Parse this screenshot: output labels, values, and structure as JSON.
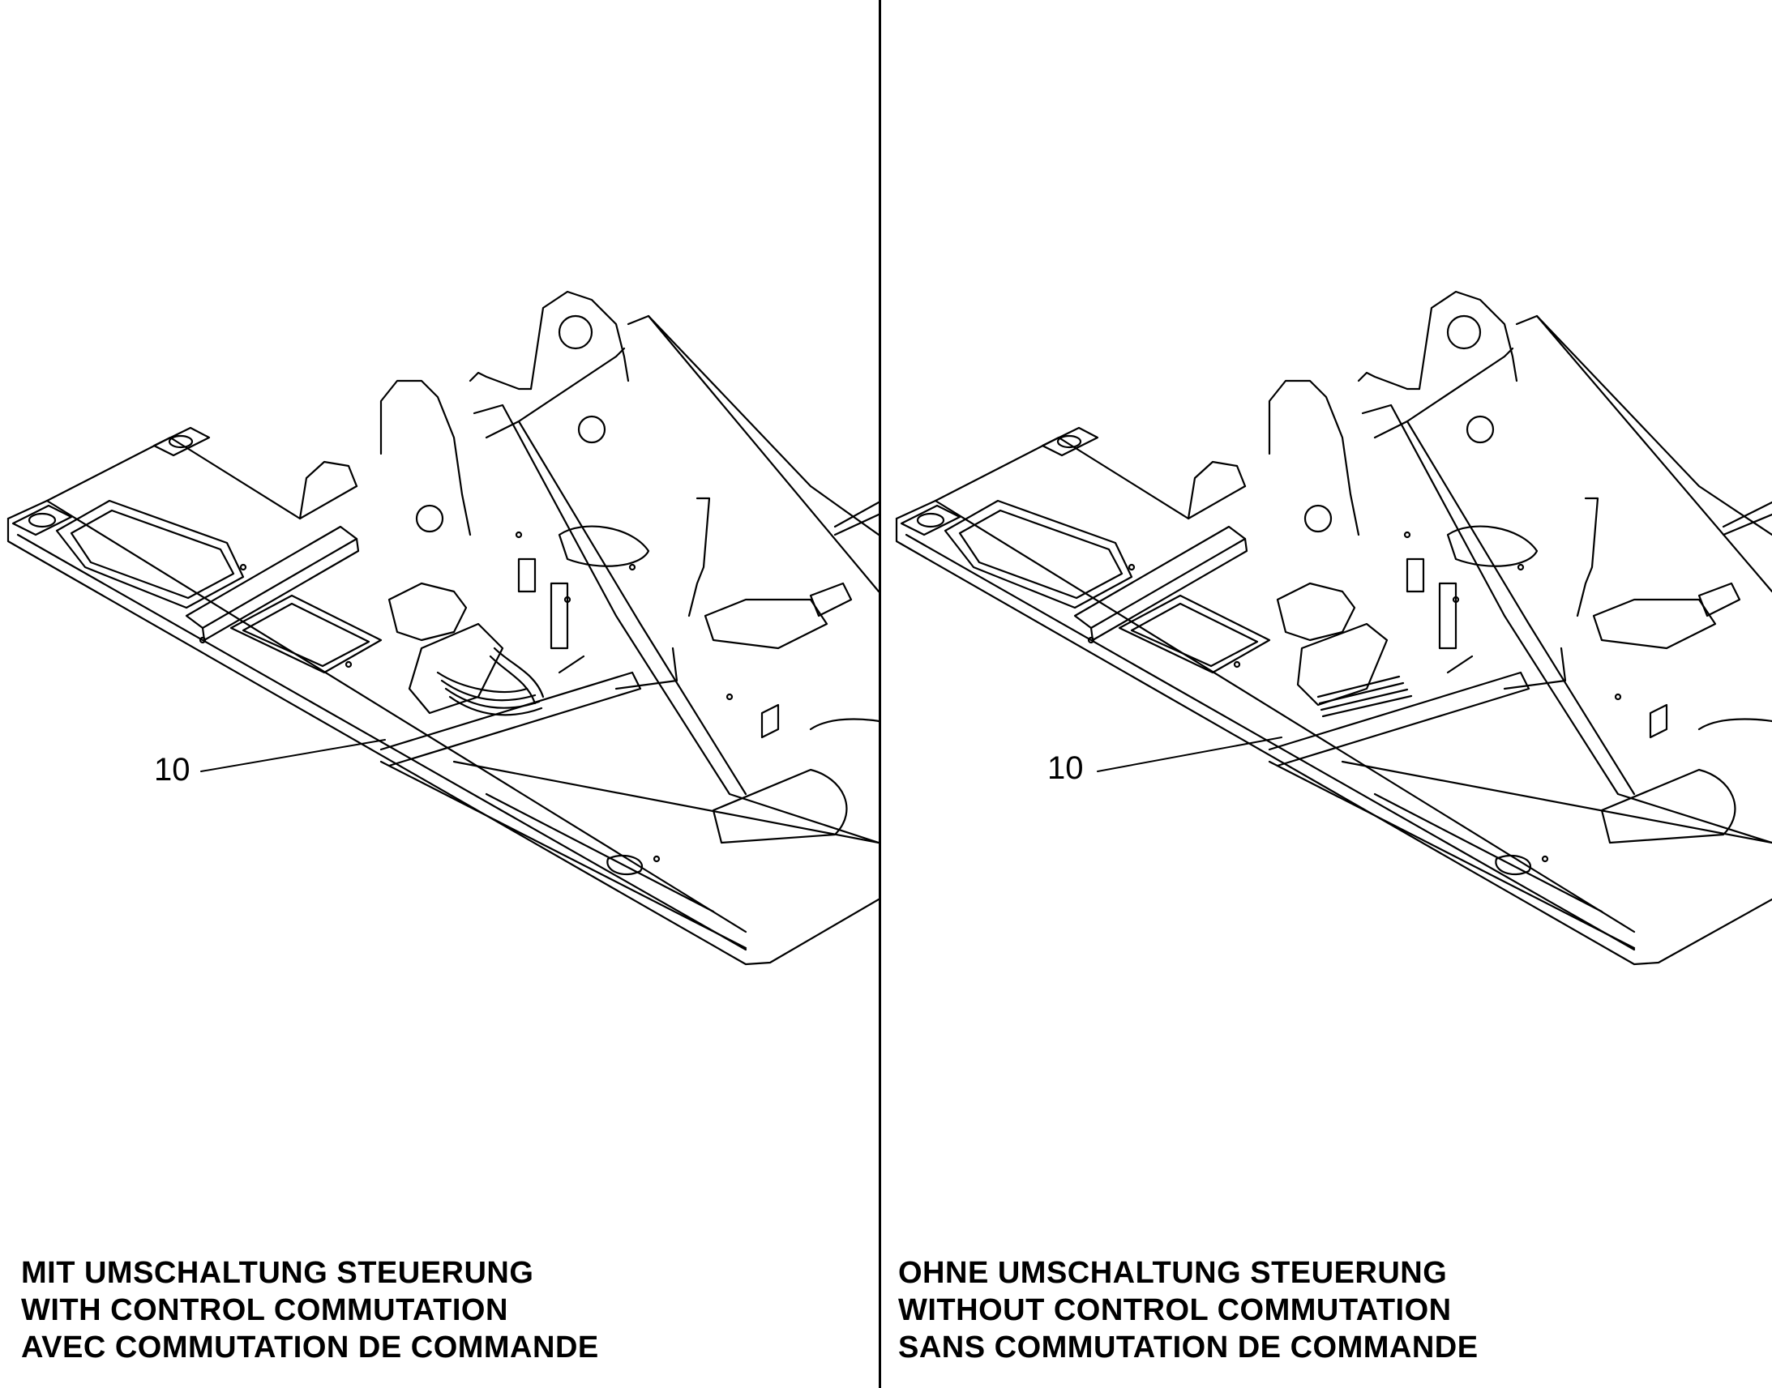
{
  "panels": [
    {
      "callout": "10",
      "caption": [
        "MIT UMSCHALTUNG STEUERUNG",
        "WITH CONTROL COMMUTATION",
        "AVEC COMMUTATION DE COMMANDE"
      ]
    },
    {
      "callout": "10",
      "caption": [
        "OHNE UMSCHALTUNG STEUERUNG",
        "WITHOUT CONTROL COMMUTATION",
        "SANS COMMUTATION DE COMMANDE"
      ]
    }
  ],
  "colors": {
    "line": "#000000",
    "background": "#ffffff"
  }
}
